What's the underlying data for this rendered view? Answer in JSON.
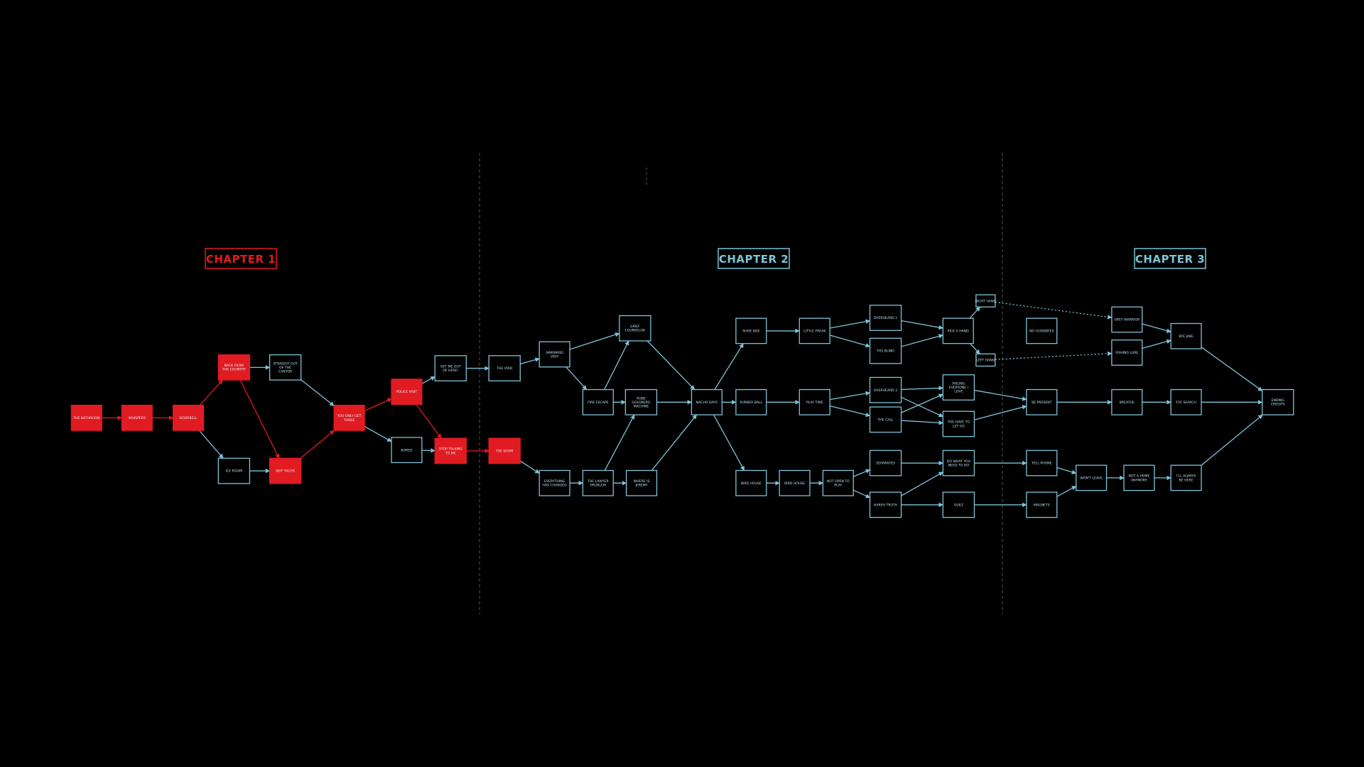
{
  "colors": {
    "background": "#000000",
    "red": "#e11b22",
    "cyan": "#7ec3d8",
    "divider": "#4a5a64"
  },
  "chapters": [
    {
      "label": "CHAPTER 1",
      "color": "red"
    },
    {
      "label": "CHAPTER 2",
      "color": "cyan"
    },
    {
      "label": "CHAPTER 3",
      "color": "cyan"
    }
  ],
  "nodes": [
    {
      "id": "bathroom",
      "label": "THE BATHROOM",
      "style": "red"
    },
    {
      "id": "whispers",
      "label": "WHISPERS",
      "style": "red"
    },
    {
      "id": "doorbell",
      "label": "DOORBELL",
      "style": "red"
    },
    {
      "id": "back_country",
      "label": "BACK FROM THE COUNTRY",
      "style": "red"
    },
    {
      "id": "straight_cantor",
      "label": "STRAIGHT OUT OF THE CANTOR",
      "style": "outline"
    },
    {
      "id": "ice_room",
      "label": "ICE ROOM",
      "style": "outline"
    },
    {
      "id": "not_tacos",
      "label": "NOT TACOS",
      "style": "red"
    },
    {
      "id": "you_only_get_three",
      "label": "YOU ONLY GET THREE",
      "style": "red"
    },
    {
      "id": "police_visit",
      "label": "POLICE VISIT",
      "style": "red"
    },
    {
      "id": "bored",
      "label": "BORED",
      "style": "outline"
    },
    {
      "id": "get_me_out",
      "label": "GET ME OUT OF HERE!",
      "style": "outline"
    },
    {
      "id": "stop_talking",
      "label": "STOP TALKING TO ME",
      "style": "red"
    },
    {
      "id": "the_void",
      "label": "THE VOID",
      "style": "outline"
    },
    {
      "id": "the_door",
      "label": "THE DOOR",
      "style": "red"
    },
    {
      "id": "awkward_visit",
      "label": "AWKWARD VISIT",
      "style": "outline"
    },
    {
      "id": "grief_counselor",
      "label": "GRIEF COUNSELOR",
      "style": "outline"
    },
    {
      "id": "fire_escape",
      "label": "FIRE ESCAPE",
      "style": "outline"
    },
    {
      "id": "rube_goldberg",
      "label": "RUBE GOLDBERG MACHINE",
      "style": "outline"
    },
    {
      "id": "everything_changes",
      "label": "EVERYTHING HAS CHANGED",
      "style": "outline"
    },
    {
      "id": "lawyer_problem",
      "label": "THE LAWYER PROBLEM",
      "style": "outline"
    },
    {
      "id": "where_is_jeremy",
      "label": "WHERE IS JEREMY",
      "style": "outline"
    },
    {
      "id": "nachos_days",
      "label": "NACHO DAYS",
      "style": "outline"
    },
    {
      "id": "shoe_box",
      "label": "SHOE BOX",
      "style": "outline"
    },
    {
      "id": "rubber_ball",
      "label": "RUBBER BALL",
      "style": "outline"
    },
    {
      "id": "bird_house1",
      "label": "BIRD HOUSE",
      "style": "outline"
    },
    {
      "id": "bird_house2",
      "label": "BIRD HOUSE",
      "style": "outline"
    },
    {
      "id": "little_freak",
      "label": "LITTLE FREAK",
      "style": "outline"
    },
    {
      "id": "play_time",
      "label": "PLAY TIME",
      "style": "outline"
    },
    {
      "id": "not_open_to_play",
      "label": "NOT OPEN TO PLAY",
      "style": "outline"
    },
    {
      "id": "overheard1",
      "label": "OVERHEARD 1",
      "style": "outline"
    },
    {
      "id": "the_blind",
      "label": "THE BLIND",
      "style": "outline"
    },
    {
      "id": "overheard2",
      "label": "OVERHEARD 2",
      "style": "outline"
    },
    {
      "id": "the_call",
      "label": "THE CALL",
      "style": "outline"
    },
    {
      "id": "separated",
      "label": "SEPARATED",
      "style": "outline"
    },
    {
      "id": "harsh_truth",
      "label": "HARSH TRUTH",
      "style": "outline"
    },
    {
      "id": "pick_a_hand",
      "label": "PICK A HAND",
      "style": "outline"
    },
    {
      "id": "right_hand",
      "label": "RIGHT HAND",
      "style": "outline"
    },
    {
      "id": "left_hand",
      "label": "LEFT HAND",
      "style": "outline"
    },
    {
      "id": "failing_everyone",
      "label": "FAILING EVERYONE I LOVE",
      "style": "outline"
    },
    {
      "id": "you_have_to_let_go",
      "label": "YOU HAVE TO LET GO",
      "style": "outline"
    },
    {
      "id": "do_what_you_need",
      "label": "DO WHAT YOU NEED TO DO",
      "style": "outline"
    },
    {
      "id": "guilt",
      "label": "GUILT",
      "style": "outline"
    },
    {
      "id": "no_goodbyes",
      "label": "NO GOODBYES",
      "style": "outline"
    },
    {
      "id": "be_present",
      "label": "BE PRESENT",
      "style": "outline"
    },
    {
      "id": "tell_phone",
      "label": "TELL PHONE",
      "style": "outline"
    },
    {
      "id": "magnets",
      "label": "MAGNETS",
      "style": "outline"
    },
    {
      "id": "grey_warrior",
      "label": "GREY WARRIOR",
      "style": "outline"
    },
    {
      "id": "fishing_lure",
      "label": "FISHING LURE",
      "style": "outline"
    },
    {
      "id": "breathe",
      "label": "BREATHE",
      "style": "outline"
    },
    {
      "id": "wont_leave",
      "label": "WON'T LEAVE",
      "style": "outline"
    },
    {
      "id": "not_home_anymore",
      "label": "NOT A HOME ANYMORE",
      "style": "outline"
    },
    {
      "id": "bye_jake",
      "label": "BYE JAKE",
      "style": "outline"
    },
    {
      "id": "eye_search",
      "label": "EYE SEARCH",
      "style": "outline"
    },
    {
      "id": "ill_always_be_here",
      "label": "I'LL ALWAYS BE HERE",
      "style": "outline"
    },
    {
      "id": "ending_credits",
      "label": "ENDING CREDITS",
      "style": "outline"
    }
  ],
  "edges": [
    {
      "from": "bathroom",
      "to": "whispers",
      "color": "red"
    },
    {
      "from": "whispers",
      "to": "doorbell",
      "color": "red"
    },
    {
      "from": "doorbell",
      "to": "back_country",
      "color": "red"
    },
    {
      "from": "doorbell",
      "to": "ice_room",
      "color": "cyan"
    },
    {
      "from": "back_country",
      "to": "straight_cantor",
      "color": "cyan"
    },
    {
      "from": "back_country",
      "to": "not_tacos",
      "color": "red"
    },
    {
      "from": "ice_room",
      "to": "not_tacos",
      "color": "cyan"
    },
    {
      "from": "straight_cantor",
      "to": "you_only_get_three",
      "color": "cyan"
    },
    {
      "from": "not_tacos",
      "to": "you_only_get_three",
      "color": "red"
    },
    {
      "from": "you_only_get_three",
      "to": "police_visit",
      "color": "red"
    },
    {
      "from": "you_only_get_three",
      "to": "bored",
      "color": "cyan"
    },
    {
      "from": "police_visit",
      "to": "get_me_out",
      "color": "cyan"
    },
    {
      "from": "police_visit",
      "to": "stop_talking",
      "color": "red"
    },
    {
      "from": "bored",
      "to": "stop_talking",
      "color": "cyan"
    },
    {
      "from": "get_me_out",
      "to": "the_void",
      "color": "cyan"
    },
    {
      "from": "stop_talking",
      "to": "the_door",
      "color": "red"
    },
    {
      "from": "the_void",
      "to": "awkward_visit",
      "color": "cyan"
    },
    {
      "from": "the_door",
      "to": "everything_changes",
      "color": "cyan"
    },
    {
      "from": "awkward_visit",
      "to": "grief_counselor",
      "color": "cyan"
    },
    {
      "from": "awkward_visit",
      "to": "fire_escape",
      "color": "cyan"
    },
    {
      "from": "fire_escape",
      "to": "grief_counselor",
      "color": "cyan"
    },
    {
      "from": "fire_escape",
      "to": "rube_goldberg",
      "color": "cyan"
    },
    {
      "from": "grief_counselor",
      "to": "nachos_days",
      "color": "cyan"
    },
    {
      "from": "rube_goldberg",
      "to": "nachos_days",
      "color": "cyan"
    },
    {
      "from": "everything_changes",
      "to": "lawyer_problem",
      "color": "cyan"
    },
    {
      "from": "lawyer_problem",
      "to": "rube_goldberg",
      "color": "cyan"
    },
    {
      "from": "lawyer_problem",
      "to": "where_is_jeremy",
      "color": "cyan"
    },
    {
      "from": "where_is_jeremy",
      "to": "nachos_days",
      "color": "cyan"
    },
    {
      "from": "nachos_days",
      "to": "shoe_box",
      "color": "cyan"
    },
    {
      "from": "nachos_days",
      "to": "rubber_ball",
      "color": "cyan"
    },
    {
      "from": "nachos_days",
      "to": "bird_house1",
      "color": "cyan"
    },
    {
      "from": "shoe_box",
      "to": "little_freak",
      "color": "cyan"
    },
    {
      "from": "rubber_ball",
      "to": "play_time",
      "color": "cyan"
    },
    {
      "from": "bird_house1",
      "to": "bird_house2",
      "color": "cyan"
    },
    {
      "from": "bird_house2",
      "to": "not_open_to_play",
      "color": "cyan"
    },
    {
      "from": "little_freak",
      "to": "overheard1",
      "color": "cyan"
    },
    {
      "from": "little_freak",
      "to": "the_blind",
      "color": "cyan"
    },
    {
      "from": "play_time",
      "to": "overheard2",
      "color": "cyan"
    },
    {
      "from": "play_time",
      "to": "the_call",
      "color": "cyan"
    },
    {
      "from": "not_open_to_play",
      "to": "separated",
      "color": "cyan"
    },
    {
      "from": "not_open_to_play",
      "to": "harsh_truth",
      "color": "cyan"
    },
    {
      "from": "overheard1",
      "to": "pick_a_hand",
      "color": "cyan"
    },
    {
      "from": "the_blind",
      "to": "pick_a_hand",
      "color": "cyan"
    },
    {
      "from": "pick_a_hand",
      "to": "right_hand",
      "color": "cyan"
    },
    {
      "from": "pick_a_hand",
      "to": "left_hand",
      "color": "cyan"
    },
    {
      "from": "overheard2",
      "to": "failing_everyone",
      "color": "cyan"
    },
    {
      "from": "overheard2",
      "to": "you_have_to_let_go",
      "color": "cyan"
    },
    {
      "from": "the_call",
      "to": "failing_everyone",
      "color": "cyan"
    },
    {
      "from": "the_call",
      "to": "you_have_to_let_go",
      "color": "cyan"
    },
    {
      "from": "separated",
      "to": "do_what_you_need",
      "color": "cyan"
    },
    {
      "from": "harsh_truth",
      "to": "do_what_you_need",
      "color": "cyan"
    },
    {
      "from": "harsh_truth",
      "to": "guilt",
      "color": "cyan"
    },
    {
      "from": "right_hand",
      "to": "grey_warrior",
      "color": "cyan",
      "dashed": true
    },
    {
      "from": "left_hand",
      "to": "fishing_lure",
      "color": "cyan",
      "dashed": true
    },
    {
      "from": "failing_everyone",
      "to": "be_present",
      "color": "cyan"
    },
    {
      "from": "you_have_to_let_go",
      "to": "be_present",
      "color": "cyan"
    },
    {
      "from": "do_what_you_need",
      "to": "tell_phone",
      "color": "cyan"
    },
    {
      "from": "guilt",
      "to": "magnets",
      "color": "cyan"
    },
    {
      "from": "be_present",
      "to": "breathe",
      "color": "cyan"
    },
    {
      "from": "tell_phone",
      "to": "wont_leave",
      "color": "cyan"
    },
    {
      "from": "magnets",
      "to": "wont_leave",
      "color": "cyan"
    },
    {
      "from": "wont_leave",
      "to": "not_home_anymore",
      "color": "cyan"
    },
    {
      "from": "not_home_anymore",
      "to": "ill_always_be_here",
      "color": "cyan"
    },
    {
      "from": "grey_warrior",
      "to": "bye_jake",
      "color": "cyan"
    },
    {
      "from": "fishing_lure",
      "to": "bye_jake",
      "color": "cyan"
    },
    {
      "from": "breathe",
      "to": "eye_search",
      "color": "cyan"
    },
    {
      "from": "bye_jake",
      "to": "ending_credits",
      "color": "cyan"
    },
    {
      "from": "eye_search",
      "to": "ending_credits",
      "color": "cyan"
    },
    {
      "from": "ill_always_be_here",
      "to": "ending_credits",
      "color": "cyan"
    }
  ]
}
